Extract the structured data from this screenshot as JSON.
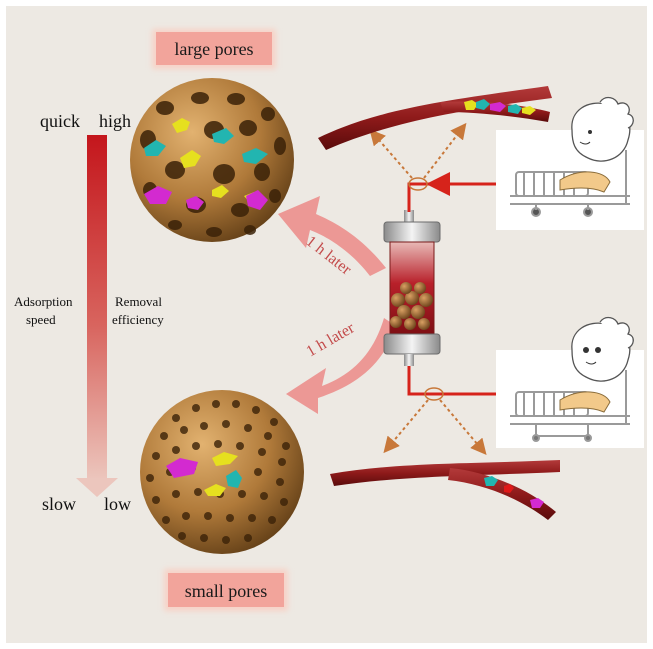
{
  "labels": {
    "large_pores": "large pores",
    "small_pores": "small pores",
    "quick": "quick",
    "high": "high",
    "slow": "slow",
    "low": "low",
    "adsorption_line1": "Adsorption",
    "adsorption_line2": "speed",
    "removal_line1": "Removal",
    "removal_line2": "efficiency",
    "time_upper": "1 h later",
    "time_lower": "1 h later"
  },
  "colors": {
    "background": "#ede9e3",
    "label_box": "#f2a49b",
    "gradient_top": "#c4161c",
    "gradient_bottom": "#ecc6bd",
    "curved_arrow": "#ec8c8a",
    "bead": "#b07a3a",
    "vessel": "#8e1a1a",
    "blood_line": "#d6231b",
    "dotted_arrow": "#c8783a",
    "toxin_yellow": "#e6e01f",
    "toxin_cyan": "#22b5b0",
    "toxin_magenta": "#d32ad0",
    "toxin_red": "#e01818"
  },
  "icons": [
    "large-pore-sphere-icon",
    "small-pore-sphere-icon",
    "adsorption-column-icon",
    "blood-vessel-icon",
    "patient-bed-icon"
  ]
}
